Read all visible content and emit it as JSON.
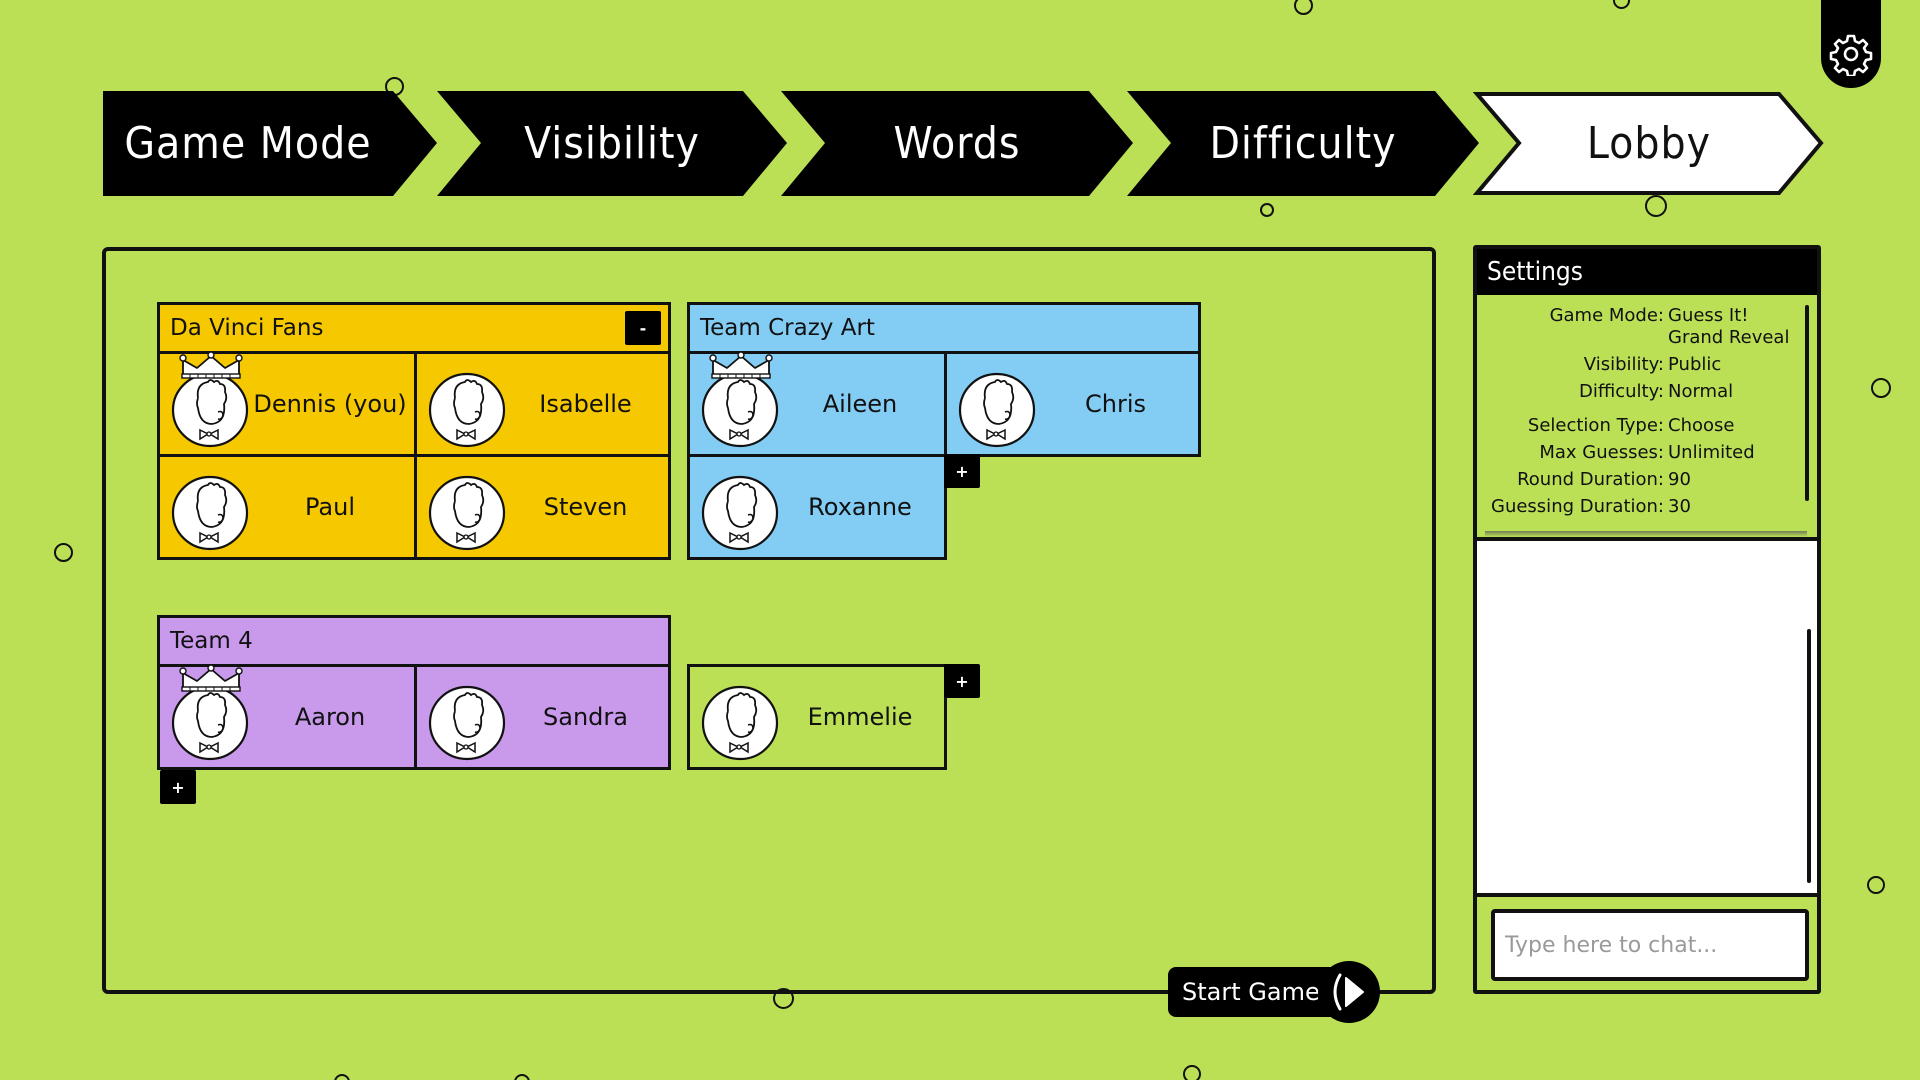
{
  "breadcrumb": {
    "steps": [
      {
        "label": "Game Mode",
        "state": "done"
      },
      {
        "label": "Visibility",
        "state": "done"
      },
      {
        "label": "Words",
        "state": "done"
      },
      {
        "label": "Difficulty",
        "state": "done"
      },
      {
        "label": "Lobby",
        "state": "active"
      }
    ]
  },
  "toolbar": {
    "settings_icon": "gear-icon"
  },
  "colors": {
    "background": "#bbe056",
    "team_yellow": "#f5c800",
    "team_blue": "#83cdf5",
    "team_purple": "#c99aec",
    "ink": "#111111"
  },
  "teams": [
    {
      "name": "Da Vinci Fans",
      "color": "yellow",
      "remove_label": "-",
      "players": [
        {
          "name": "Dennis (you)",
          "leader": true
        },
        {
          "name": "Isabelle",
          "leader": false
        },
        {
          "name": "Paul",
          "leader": false
        },
        {
          "name": "Steven",
          "leader": false
        }
      ]
    },
    {
      "name": "Team Crazy Art",
      "color": "blue",
      "add_label": "+",
      "players": [
        {
          "name": "Aileen",
          "leader": true
        },
        {
          "name": "Chris",
          "leader": false
        },
        {
          "name": "Roxanne",
          "leader": false
        }
      ]
    },
    {
      "name": "Team 4",
      "color": "purple",
      "add_label": "+",
      "players": [
        {
          "name": "Aaron",
          "leader": true
        },
        {
          "name": "Sandra",
          "leader": false
        }
      ]
    }
  ],
  "unassigned": {
    "add_label": "+",
    "players": [
      {
        "name": "Emmelie",
        "leader": false
      }
    ]
  },
  "start_button": {
    "label": "Start Game"
  },
  "settings": {
    "title": "Settings",
    "rows": [
      {
        "key": "Game Mode:",
        "value": "Guess It!"
      },
      {
        "key": "",
        "value": "Grand Reveal"
      },
      {
        "key": "Visibility:",
        "value": "Public"
      },
      {
        "key": "Difficulty:",
        "value": "Normal"
      },
      {
        "key": "Selection Type:",
        "value": "Choose"
      },
      {
        "key": "Max Guesses:",
        "value": "Unlimited"
      },
      {
        "key": "Round Duration:",
        "value": "90"
      },
      {
        "key": "Guessing Duration:",
        "value": "30"
      }
    ]
  },
  "chat": {
    "placeholder": "Type here to chat...",
    "value": ""
  }
}
